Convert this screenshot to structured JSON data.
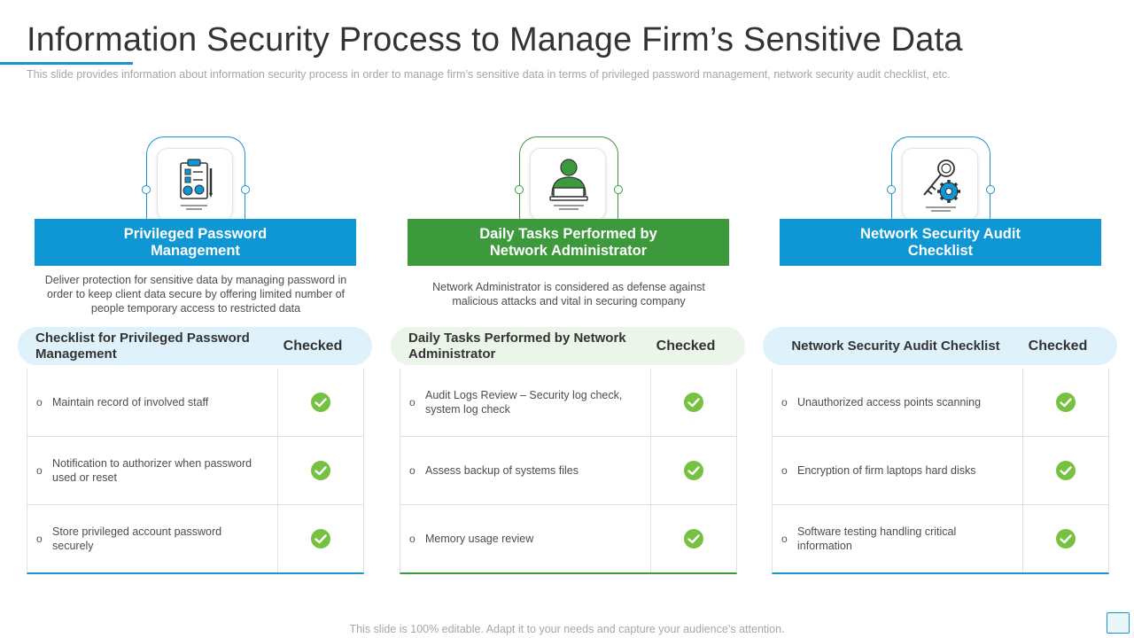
{
  "title": "Information Security Process to Manage Firm’s Sensitive Data",
  "subtitle": "This slide provides information about information security process in order to manage firm’s sensitive data in terms of privileged password management, network security audit checklist, etc.",
  "footer": "This slide is 100% editable. Adapt it to your needs and capture your audience’s attention.",
  "colors": {
    "blue": "#0f96d4",
    "green": "#3c9a3c",
    "check": "#76c142",
    "light_blue": "#dff2fb",
    "light_green": "#ecf5ea",
    "accent_rule": "#1a93d1"
  },
  "columns": [
    {
      "banner": "Privileged Password Management",
      "icon": "clipboard-checklist-icon",
      "description": "Deliver protection for sensitive data by managing password in order to keep client data secure by offering limited number of people temporary access to restricted data",
      "header_left": "Checklist for Privileged Password Management",
      "header_right": "Checked",
      "items": [
        "Maintain record of involved staff",
        "Notification to authorizer when password used or reset",
        "Store privileged account password securely"
      ]
    },
    {
      "banner": "Daily Tasks Performed by Network Administrator",
      "icon": "admin-laptop-icon",
      "description": "Network Administrator is considered as defense against malicious attacks and vital in securing company",
      "header_left": "Daily Tasks Performed by Network Administrator",
      "header_right": "Checked",
      "items": [
        "Audit Logs Review – Security log check, system log check",
        "Assess backup of systems files",
        "Memory usage review"
      ]
    },
    {
      "banner": "Network Security Audit Checklist",
      "icon": "key-gear-icon",
      "description": "",
      "header_left": "Network Security Audit Checklist",
      "header_right": "Checked",
      "items": [
        "Unauthorized access points scanning",
        "Encryption of firm laptops hard disks",
        "Software testing handling critical information"
      ]
    }
  ]
}
